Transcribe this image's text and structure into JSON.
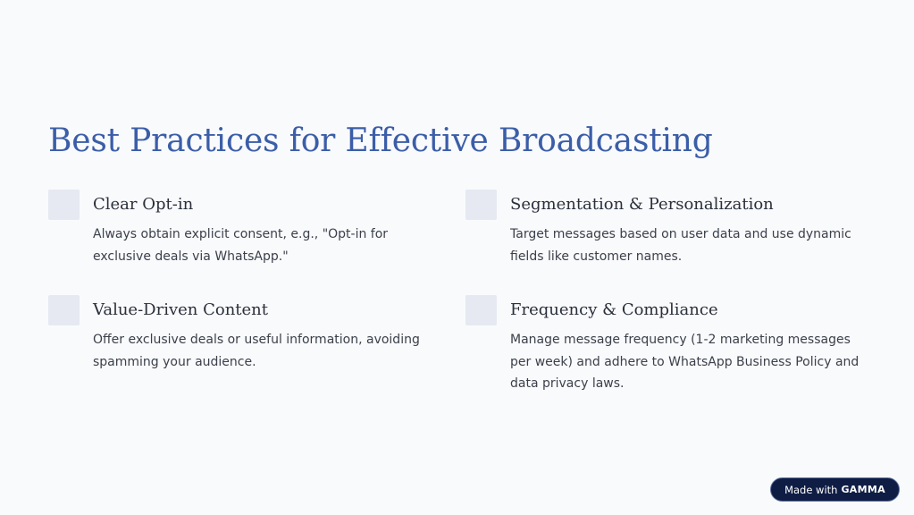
{
  "slide": {
    "title": "Best Practices for Effective Broadcasting",
    "cards": [
      {
        "title": "Clear Opt-in",
        "body": "Always obtain explicit consent, e.g., \"Opt-in for exclusive deals via WhatsApp.\"",
        "icon": "placeholder-square-icon"
      },
      {
        "title": "Segmentation & Personalization",
        "body": "Target messages based on user data and use dynamic fields like customer names.",
        "icon": "placeholder-square-icon"
      },
      {
        "title": "Value-Driven Content",
        "body": "Offer exclusive deals or useful information, avoiding spamming your audience.",
        "icon": "placeholder-square-icon"
      },
      {
        "title": "Frequency & Compliance",
        "body": "Manage message frequency (1-2 marketing messages per week) and adhere to WhatsApp Business Policy and data privacy laws.",
        "icon": "placeholder-square-icon"
      }
    ]
  },
  "badge": {
    "prefix": "Made with",
    "brand": "GAMMA"
  },
  "colors": {
    "background": "#f9fafc",
    "title": "#3b5ea8",
    "icon_tile": "#e6e9f1",
    "badge_bg": "#0f1d45"
  }
}
